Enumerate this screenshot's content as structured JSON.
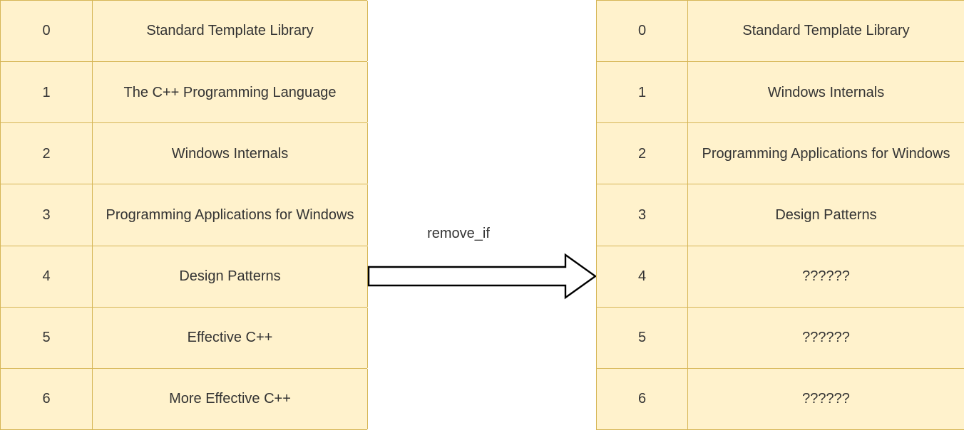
{
  "diagram": {
    "type": "before-after-transformation",
    "palette": {
      "cell_fill": "#fff2cc",
      "cell_border": "#d6b656",
      "text": "#333333",
      "arrow_stroke": "#000000",
      "arrow_fill": "#ffffff",
      "background": "#ffffff"
    },
    "operation": {
      "label": "remove_if",
      "arrow_icon": "right-block-arrow",
      "direction": "left-to-right"
    },
    "before": {
      "name": "source-container",
      "rows": [
        {
          "index": "0",
          "value": "Standard Template Library"
        },
        {
          "index": "1",
          "value": "The C++ Programming Language"
        },
        {
          "index": "2",
          "value": "Windows Internals"
        },
        {
          "index": "3",
          "value": "Programming Applications for Windows"
        },
        {
          "index": "4",
          "value": "Design Patterns"
        },
        {
          "index": "5",
          "value": "Effective C++"
        },
        {
          "index": "6",
          "value": "More Effective C++"
        }
      ]
    },
    "after": {
      "name": "result-container",
      "rows": [
        {
          "index": "0",
          "value": "Standard Template Library"
        },
        {
          "index": "1",
          "value": "Windows Internals"
        },
        {
          "index": "2",
          "value": "Programming Applications for Windows"
        },
        {
          "index": "3",
          "value": "Design Patterns"
        },
        {
          "index": "4",
          "value": "??????"
        },
        {
          "index": "5",
          "value": "??????"
        },
        {
          "index": "6",
          "value": "??????"
        }
      ]
    }
  }
}
